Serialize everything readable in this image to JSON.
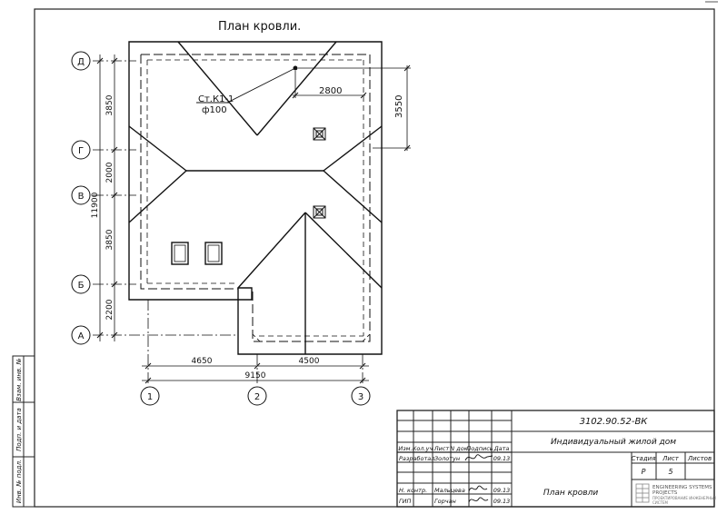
{
  "drawing": {
    "title": "План кровли.",
    "axes_rows": [
      "Д",
      "Г",
      "В",
      "Б",
      "А"
    ],
    "axes_cols": [
      "1",
      "2",
      "3"
    ],
    "row_dims": [
      "3850",
      "2000",
      "3850",
      "2200"
    ],
    "total_row_dim": "11900",
    "col_dims": [
      "4650",
      "4500"
    ],
    "total_col_dim": "9150",
    "leader_label_1": "Ст.К1-1",
    "leader_label_2": "ф100",
    "dim_2800": "2800",
    "dim_3550": "3550"
  },
  "side_stamp": {
    "labels": [
      "Взам. инв. №",
      "Подп. и дата",
      "Инв. № подл."
    ]
  },
  "title_block": {
    "code": "3102.90.52-ВК",
    "project": "Индивидуальный жилой дом",
    "sheet_title": "План кровли",
    "header": [
      "Изм.",
      "Кол.уч",
      "Лист",
      "N док.",
      "Подпись",
      "Дата"
    ],
    "rows": [
      {
        "role": "Разработал",
        "name": "Золотун",
        "date": "09.13"
      },
      {
        "role": "Н. контр.",
        "name": "Мальцева",
        "date": "09.13"
      },
      {
        "role": "ГИП",
        "name": "Горчан",
        "date": "09.13"
      }
    ],
    "stage_label": "Стадия",
    "sheet_label": "Лист",
    "sheets_label": "Листов",
    "stage": "Р",
    "sheet": "5",
    "company_line1": "ENGINEERING SYSTEMS",
    "company_line2": "PROJECTS",
    "company_line3": "ПРОЕКТИРОВАНИЕ ИНЖЕНЕРНЫХ",
    "company_line4": "СИСТЕМ"
  }
}
